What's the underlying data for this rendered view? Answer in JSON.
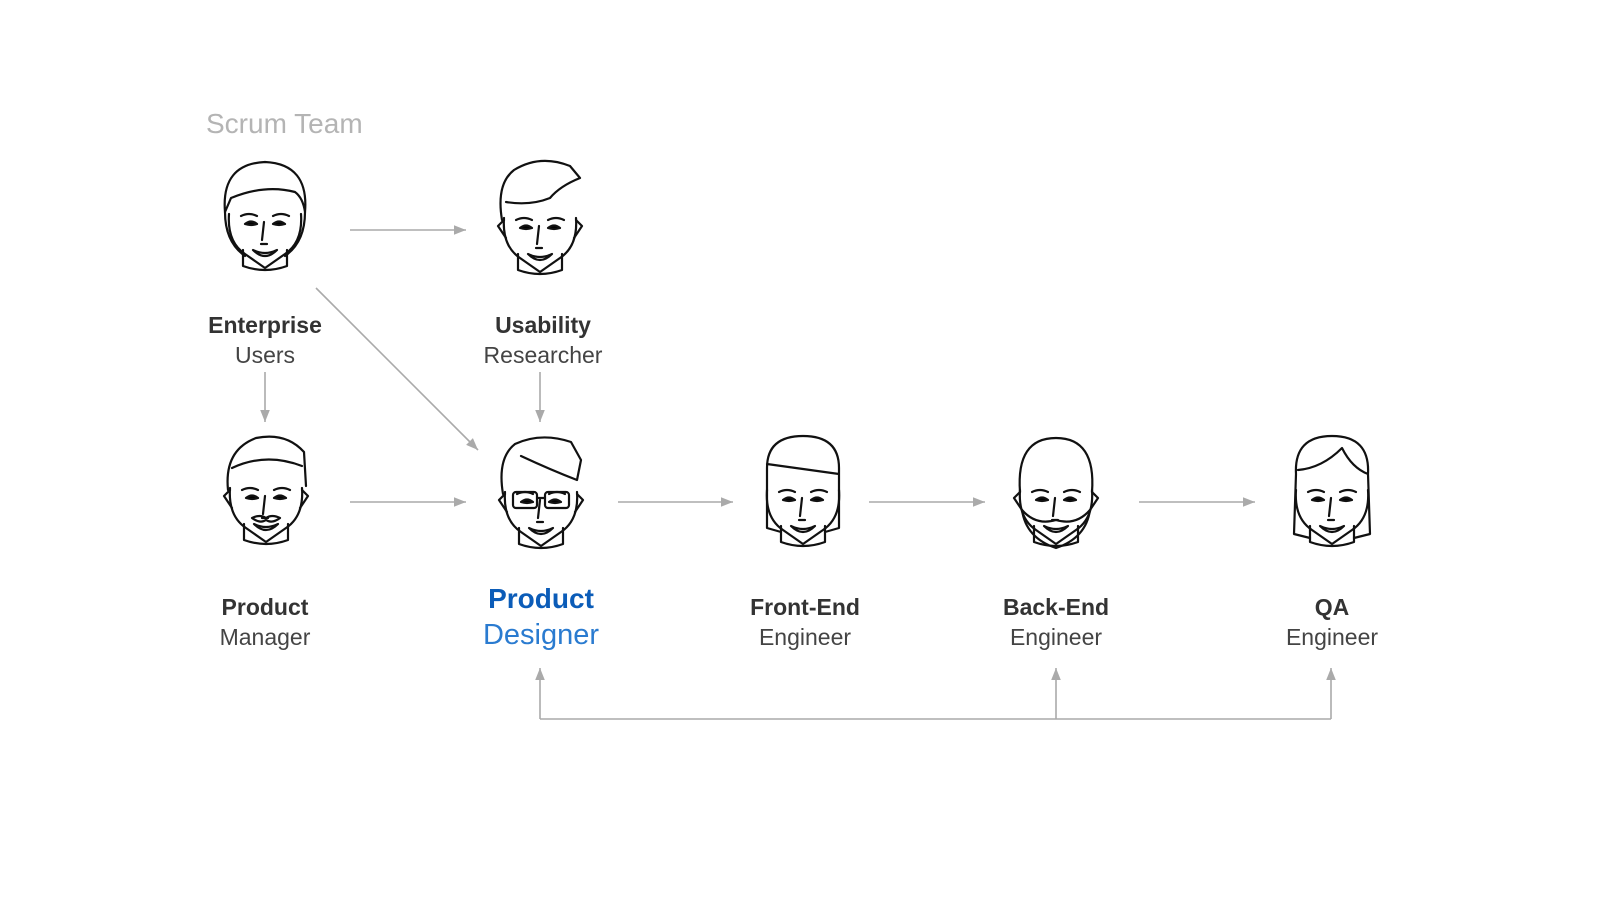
{
  "title": "Scrum Team",
  "colors": {
    "arrow": "#aaaaaa",
    "highlight": "#0b5cb8",
    "text": "#333333",
    "title": "#b4b4b4"
  },
  "members": [
    {
      "id": "enterprise-users",
      "role": "Enterprise",
      "sub": "Users",
      "face": "woman-short"
    },
    {
      "id": "usability-researcher",
      "role": "Usability",
      "sub": "Researcher",
      "face": "man-quiff"
    },
    {
      "id": "product-manager",
      "role": "Product",
      "sub": "Manager",
      "face": "man-mustache"
    },
    {
      "id": "product-designer",
      "role": "Product",
      "sub": "Designer",
      "face": "man-glasses",
      "highlight": true
    },
    {
      "id": "front-end-engineer",
      "role": "Front-End",
      "sub": "Engineer",
      "face": "woman-bob"
    },
    {
      "id": "back-end-engineer",
      "role": "Back-End",
      "sub": "Engineer",
      "face": "man-bald-beard"
    },
    {
      "id": "qa-engineer",
      "role": "QA",
      "sub": "Engineer",
      "face": "woman-long"
    }
  ],
  "connections": [
    [
      "enterprise-users",
      "usability-researcher"
    ],
    [
      "enterprise-users",
      "product-designer"
    ],
    [
      "enterprise-users",
      "product-manager"
    ],
    [
      "usability-researcher",
      "product-designer"
    ],
    [
      "product-manager",
      "product-designer"
    ],
    [
      "product-designer",
      "front-end-engineer"
    ],
    [
      "front-end-engineer",
      "back-end-engineer"
    ],
    [
      "back-end-engineer",
      "qa-engineer"
    ],
    [
      "feedback-loop",
      "product-designer"
    ],
    [
      "feedback-loop",
      "back-end-engineer"
    ],
    [
      "feedback-loop",
      "qa-engineer"
    ]
  ]
}
